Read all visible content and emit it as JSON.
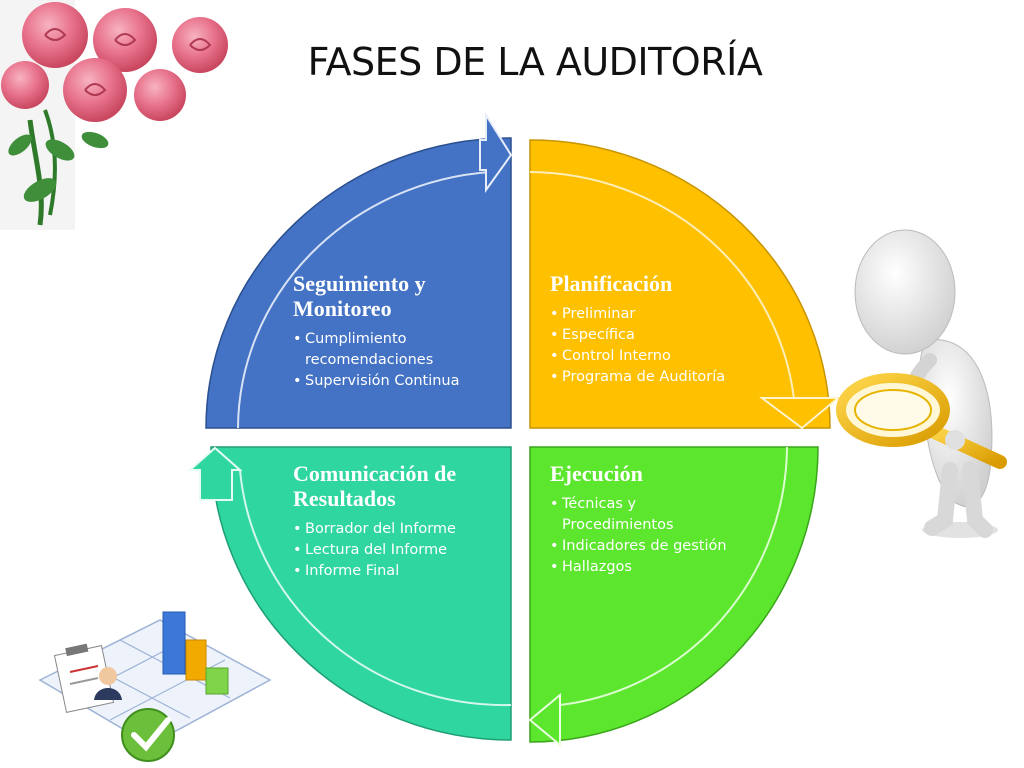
{
  "title": "FASES  DE  LA  AUDITORÍA",
  "quadrants": {
    "top_left": {
      "heading": "Seguimiento y Monitoreo",
      "bullets": [
        "Cumplimiento recomendaciones",
        "Supervisión Continua"
      ],
      "color": "#4472c4"
    },
    "top_right": {
      "heading": "Planificación",
      "bullets": [
        "Preliminar",
        "Específica",
        "Control Interno",
        "Programa de Auditoría"
      ],
      "color": "#ffc000"
    },
    "bottom_right": {
      "heading": "Ejecución",
      "bullets": [
        "Técnicas y Procedimientos",
        "Indicadores de gestión",
        "Hallazgos"
      ],
      "color": "#5ce62e"
    },
    "bottom_left": {
      "heading": "Comunicación de Resultados",
      "bullets": [
        "Borrador del Informe",
        "Lectura del Informe",
        "Informe Final"
      ],
      "color": "#2fd6a0"
    }
  },
  "decorations": {
    "top_left_image": "pink-roses",
    "right_image": "person-with-magnifying-glass",
    "bottom_left_image": "chart-and-checkmark-clipart"
  }
}
